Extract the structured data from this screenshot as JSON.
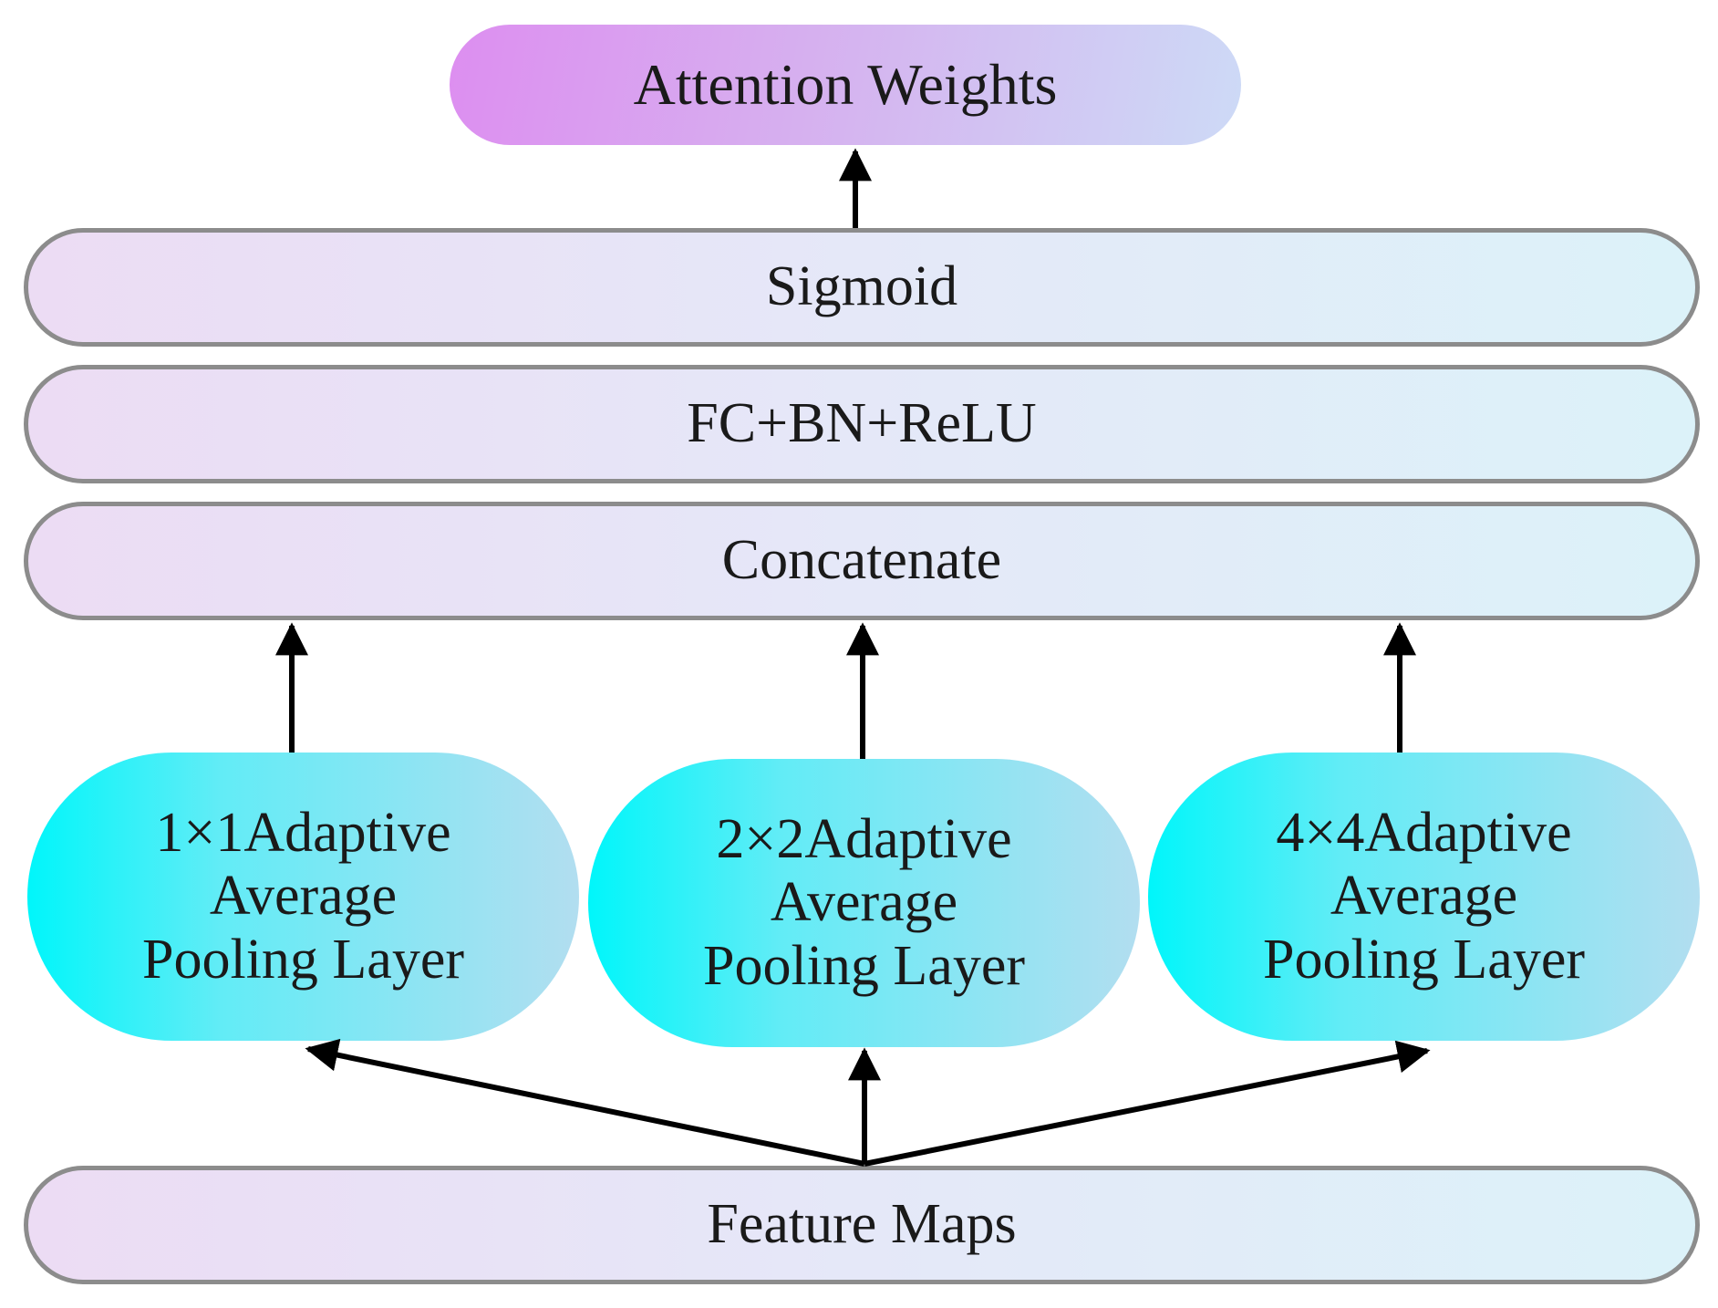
{
  "diagram": {
    "output": "Attention Weights",
    "sigmoid": "Sigmoid",
    "fc": "FC+BN+ReLU",
    "concat": "Concatenate",
    "input": "Feature Maps",
    "pools": [
      {
        "line1": "1×1Adaptive",
        "line2": "Average",
        "line3": "Pooling Layer"
      },
      {
        "line1": "2×2Adaptive",
        "line2": "Average",
        "line3": "Pooling Layer"
      },
      {
        "line1": "4×4Adaptive",
        "line2": "Average",
        "line3": "Pooling Layer"
      }
    ]
  },
  "colors": {
    "bar_border": "#8c8c8c",
    "arrow": "#000000",
    "pool_gradient_start": "#00f6fa",
    "pool_gradient_end": "#b2def0",
    "output_gradient_start": "#dd8ef0",
    "output_gradient_end": "#cddaf6"
  }
}
